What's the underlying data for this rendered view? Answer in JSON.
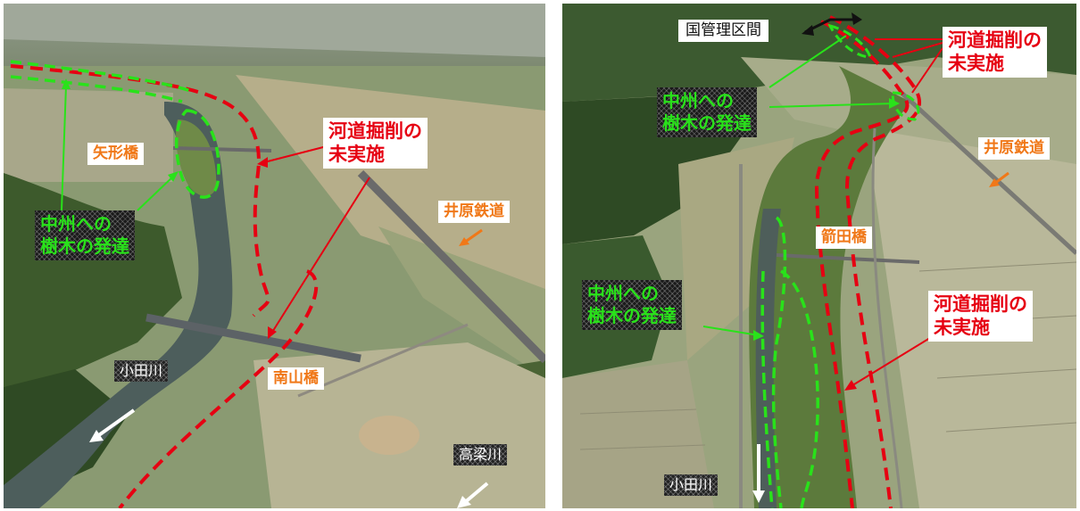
{
  "left_photo": {
    "labels": {
      "yagata_bridge": "矢形橋",
      "excavation": [
        "河道掘削の",
        "未実施"
      ],
      "ibara_railway": "井原鉄道",
      "sandbar_trees": [
        "中州への",
        "樹木の発達"
      ],
      "odagawa": "小田川",
      "nanzan_bridge": "南山橋",
      "takahashi_river": "高梁川"
    }
  },
  "right_photo": {
    "labels": {
      "national_section": "国管理区間",
      "excavation_top": [
        "河道掘削の",
        "未実施"
      ],
      "sandbar_trees_top": [
        "中州への",
        "樹木の発達"
      ],
      "ibara_railway": "井原鉄道",
      "yada_bridge": "箭田橋",
      "sandbar_trees_bottom": [
        "中州への",
        "樹木の発達"
      ],
      "excavation_bottom": [
        "河道掘削の",
        "未実施"
      ],
      "odagawa": "小田川"
    }
  },
  "colors": {
    "excavation_outline": "#e60012",
    "sandbar_outline": "#29e21a",
    "label_orange": "#f07818",
    "flow_arrow": "#ffffff"
  }
}
